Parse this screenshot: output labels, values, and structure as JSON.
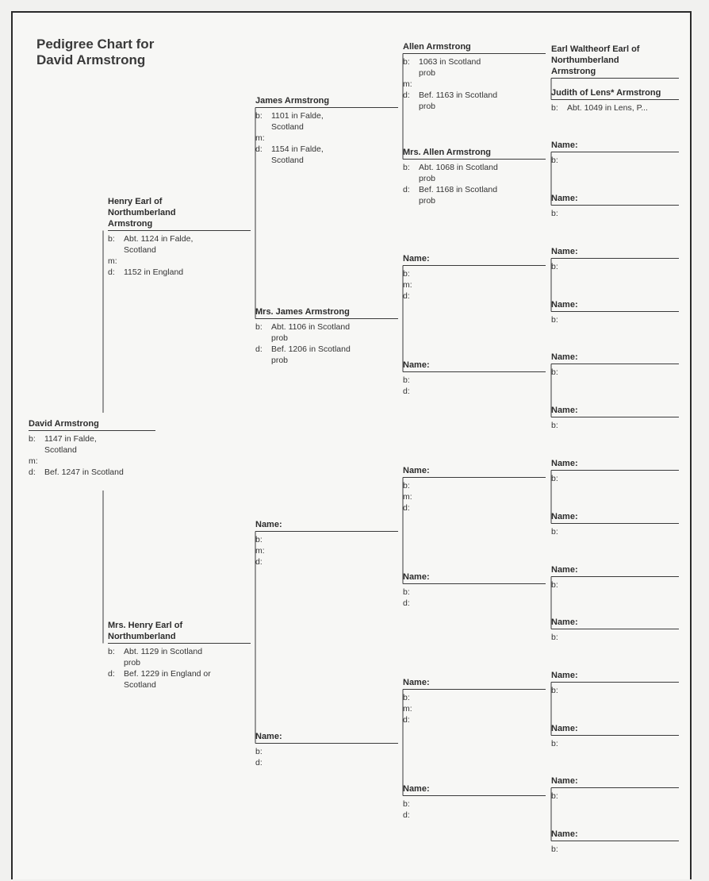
{
  "title": "Pedigree Chart for\nDavid Armstrong",
  "persons": [
    {
      "id": "p1",
      "name": "David Armstrong",
      "facts": [
        {
          "k": "b:",
          "v": "1147 in Falde,\nScotland"
        },
        {
          "k": "m:",
          "v": ""
        },
        {
          "k": "d:",
          "v": "Bef. 1247 in Scotland"
        }
      ]
    },
    {
      "id": "p2",
      "name": "Henry Earl of\nNorthumberland\nArmstrong",
      "facts": [
        {
          "k": "b:",
          "v": "Abt. 1124 in Falde,\nScotland"
        },
        {
          "k": "m:",
          "v": ""
        },
        {
          "k": "d:",
          "v": "1152 in England"
        }
      ]
    },
    {
      "id": "p3",
      "name": "Mrs. Henry Earl of\nNorthumberland",
      "facts": [
        {
          "k": "b:",
          "v": "Abt. 1129 in Scotland\nprob"
        },
        {
          "k": "d:",
          "v": "Bef. 1229 in England or\nScotland"
        }
      ]
    },
    {
      "id": "p4",
      "name": "James Armstrong",
      "facts": [
        {
          "k": "b:",
          "v": "1101 in Falde,\nScotland"
        },
        {
          "k": "m:",
          "v": ""
        },
        {
          "k": "d:",
          "v": "1154 in Falde,\nScotland"
        }
      ]
    },
    {
      "id": "p5",
      "name": "Mrs. James Armstrong",
      "facts": [
        {
          "k": "b:",
          "v": "Abt. 1106 in Scotland\nprob"
        },
        {
          "k": "d:",
          "v": "Bef. 1206 in Scotland\nprob"
        }
      ]
    },
    {
      "id": "p6",
      "name": "Name:",
      "facts": [
        {
          "k": "b:",
          "v": ""
        },
        {
          "k": "m:",
          "v": ""
        },
        {
          "k": "d:",
          "v": ""
        }
      ]
    },
    {
      "id": "p7",
      "name": "Name:",
      "facts": [
        {
          "k": "b:",
          "v": ""
        },
        {
          "k": "d:",
          "v": ""
        }
      ]
    },
    {
      "id": "p8",
      "name": "Allen Armstrong",
      "facts": [
        {
          "k": "b:",
          "v": "1063 in Scotland\nprob"
        },
        {
          "k": "m:",
          "v": ""
        },
        {
          "k": "d:",
          "v": "Bef. 1163 in Scotland\nprob"
        }
      ]
    },
    {
      "id": "p9",
      "name": "Mrs. Allen Armstrong",
      "facts": [
        {
          "k": "b:",
          "v": "Abt. 1068 in Scotland\nprob"
        },
        {
          "k": "d:",
          "v": "Bef. 1168 in Scotland\nprob"
        }
      ]
    },
    {
      "id": "p10",
      "name": "Name:",
      "facts": [
        {
          "k": "b:",
          "v": ""
        },
        {
          "k": "m:",
          "v": ""
        },
        {
          "k": "d:",
          "v": ""
        }
      ]
    },
    {
      "id": "p11",
      "name": "Name:",
      "facts": [
        {
          "k": "b:",
          "v": ""
        },
        {
          "k": "d:",
          "v": ""
        }
      ]
    },
    {
      "id": "p12",
      "name": "Name:",
      "facts": [
        {
          "k": "b:",
          "v": ""
        },
        {
          "k": "m:",
          "v": ""
        },
        {
          "k": "d:",
          "v": ""
        }
      ]
    },
    {
      "id": "p13",
      "name": "Name:",
      "facts": [
        {
          "k": "b:",
          "v": ""
        },
        {
          "k": "d:",
          "v": ""
        }
      ]
    },
    {
      "id": "p14",
      "name": "Name:",
      "facts": [
        {
          "k": "b:",
          "v": ""
        },
        {
          "k": "m:",
          "v": ""
        },
        {
          "k": "d:",
          "v": ""
        }
      ]
    },
    {
      "id": "p15",
      "name": "Name:",
      "facts": [
        {
          "k": "b:",
          "v": ""
        },
        {
          "k": "d:",
          "v": ""
        }
      ]
    },
    {
      "id": "p16",
      "name": "Earl Waltheorf Earl of\nNorthumberland\nArmstrong",
      "facts": []
    },
    {
      "id": "p17",
      "name": "Judith of Lens* Armstrong",
      "facts": [
        {
          "k": "b:",
          "v": "Abt. 1049 in Lens, P..."
        }
      ]
    },
    {
      "id": "p18",
      "name": "Name:",
      "facts": [
        {
          "k": "b:",
          "v": ""
        }
      ]
    },
    {
      "id": "p19",
      "name": "Name:",
      "facts": [
        {
          "k": "b:",
          "v": ""
        }
      ]
    },
    {
      "id": "p20",
      "name": "Name:",
      "facts": [
        {
          "k": "b:",
          "v": ""
        }
      ]
    },
    {
      "id": "p21",
      "name": "Name:",
      "facts": [
        {
          "k": "b:",
          "v": ""
        }
      ]
    },
    {
      "id": "p22",
      "name": "Name:",
      "facts": [
        {
          "k": "b:",
          "v": ""
        }
      ]
    },
    {
      "id": "p23",
      "name": "Name:",
      "facts": [
        {
          "k": "b:",
          "v": ""
        }
      ]
    },
    {
      "id": "p24",
      "name": "Name:",
      "facts": [
        {
          "k": "b:",
          "v": ""
        }
      ]
    },
    {
      "id": "p25",
      "name": "Name:",
      "facts": [
        {
          "k": "b:",
          "v": ""
        }
      ]
    },
    {
      "id": "p26",
      "name": "Name:",
      "facts": [
        {
          "k": "b:",
          "v": ""
        }
      ]
    },
    {
      "id": "p27",
      "name": "Name:",
      "facts": [
        {
          "k": "b:",
          "v": ""
        }
      ]
    },
    {
      "id": "p28",
      "name": "Name:",
      "facts": [
        {
          "k": "b:",
          "v": ""
        }
      ]
    },
    {
      "id": "p29",
      "name": "Name:",
      "facts": [
        {
          "k": "b:",
          "v": ""
        }
      ]
    },
    {
      "id": "p30",
      "name": "Name:",
      "facts": [
        {
          "k": "b:",
          "v": ""
        }
      ]
    },
    {
      "id": "p31",
      "name": "Name:",
      "facts": [
        {
          "k": "b:",
          "v": ""
        }
      ]
    }
  ]
}
